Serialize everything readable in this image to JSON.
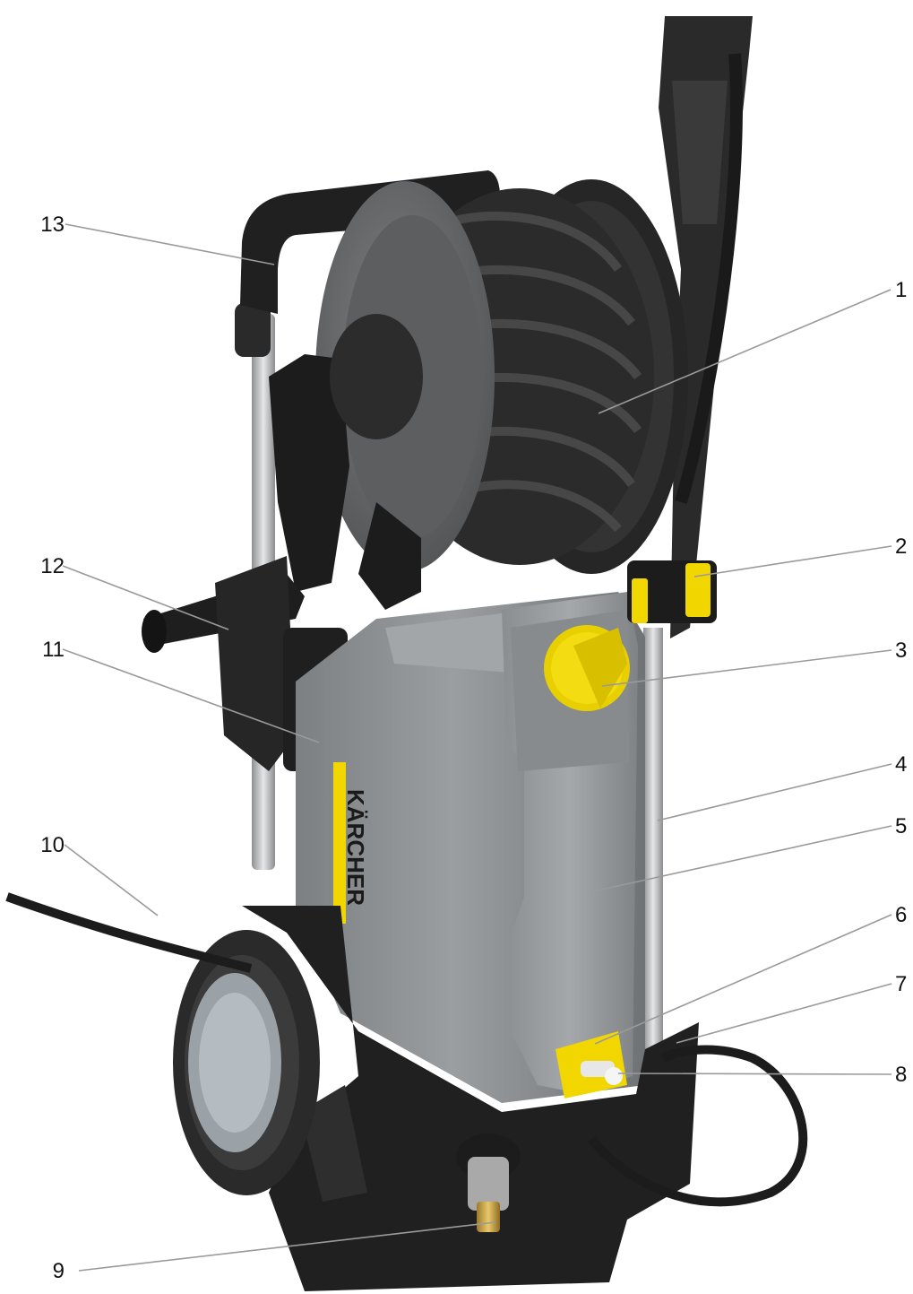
{
  "figure": {
    "subject": "pressure-washer-with-hose-reel",
    "brand_text": "KÄRCHER"
  },
  "callouts": [
    {
      "number": "1"
    },
    {
      "number": "2"
    },
    {
      "number": "3"
    },
    {
      "number": "4"
    },
    {
      "number": "5"
    },
    {
      "number": "6"
    },
    {
      "number": "7"
    },
    {
      "number": "8"
    },
    {
      "number": "9"
    },
    {
      "number": "10"
    },
    {
      "number": "11"
    },
    {
      "number": "12"
    },
    {
      "number": "13"
    }
  ],
  "colors": {
    "body_grey": "#8e9193",
    "body_dark": "#6d7173",
    "black_plastic": "#1e1e1e",
    "reel_grey": "#6a6c6e",
    "accent_yellow": "#f2d600",
    "leader_line": "#9a9a9a"
  }
}
